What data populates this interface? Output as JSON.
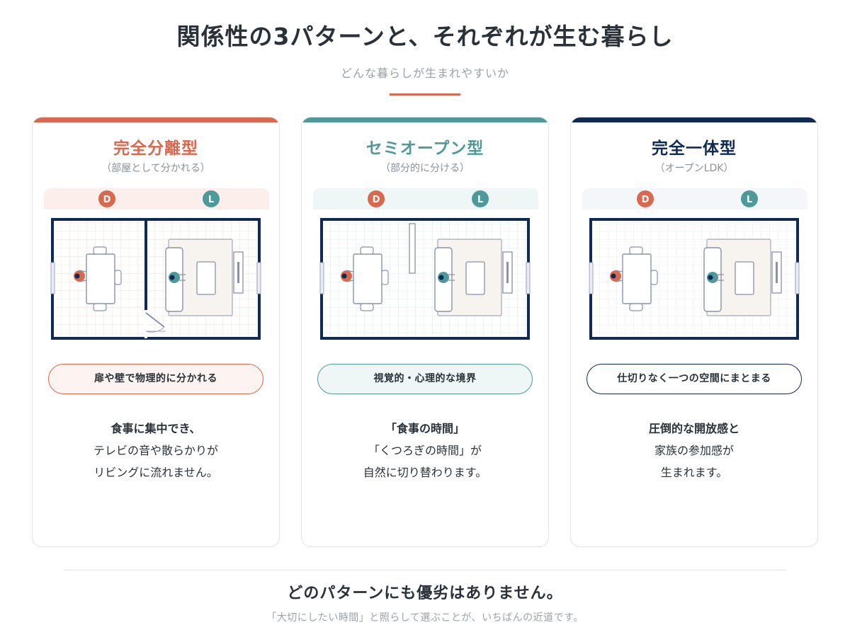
{
  "header": {
    "title": "関係性の3パターンと、それぞれが生む暮らし",
    "subtitle": "どんな暮らしが生まれやすいか"
  },
  "colors": {
    "accent_coral": "#d8694f",
    "accent_teal": "#4e9a9a",
    "accent_navy": "#0f2a55",
    "wall": "#0f2a55",
    "furniture": "#8a90ad"
  },
  "cards": [
    {
      "title": "完全分離型",
      "subtitle": "（部屋として分かれる）",
      "badge_d": "D",
      "badge_l": "L",
      "tag": "扉や壁で物理的に分かれる",
      "desc_line1": "食事に集中でき、",
      "desc_line2": "テレビの音や散らかりが",
      "desc_line3": "リビングに流れません。",
      "color": "#d8694f"
    },
    {
      "title": "セミオープン型",
      "subtitle": "（部分的に分ける）",
      "badge_d": "D",
      "badge_l": "L",
      "tag": "視覚的・心理的な境界",
      "desc_line1": "「食事の時間」",
      "desc_line2": "「くつろぎの時間」が",
      "desc_line3": "自然に切り替わります。",
      "color": "#4e9a9a"
    },
    {
      "title": "完全一体型",
      "subtitle": "（オープンLDK）",
      "badge_d": "D",
      "badge_l": "L",
      "tag": "仕切りなく一つの空間にまとまる",
      "desc_line1": "圧倒的な開放感と",
      "desc_line2": "家族の参加感が",
      "desc_line3": "生まれます。",
      "color": "#0f2a55"
    }
  ],
  "footer": {
    "title": "どのパターンにも優劣はありません。",
    "subtitle": "「大切にしたい時間」と照らして選ぶことが、いちばんの近道です。"
  }
}
